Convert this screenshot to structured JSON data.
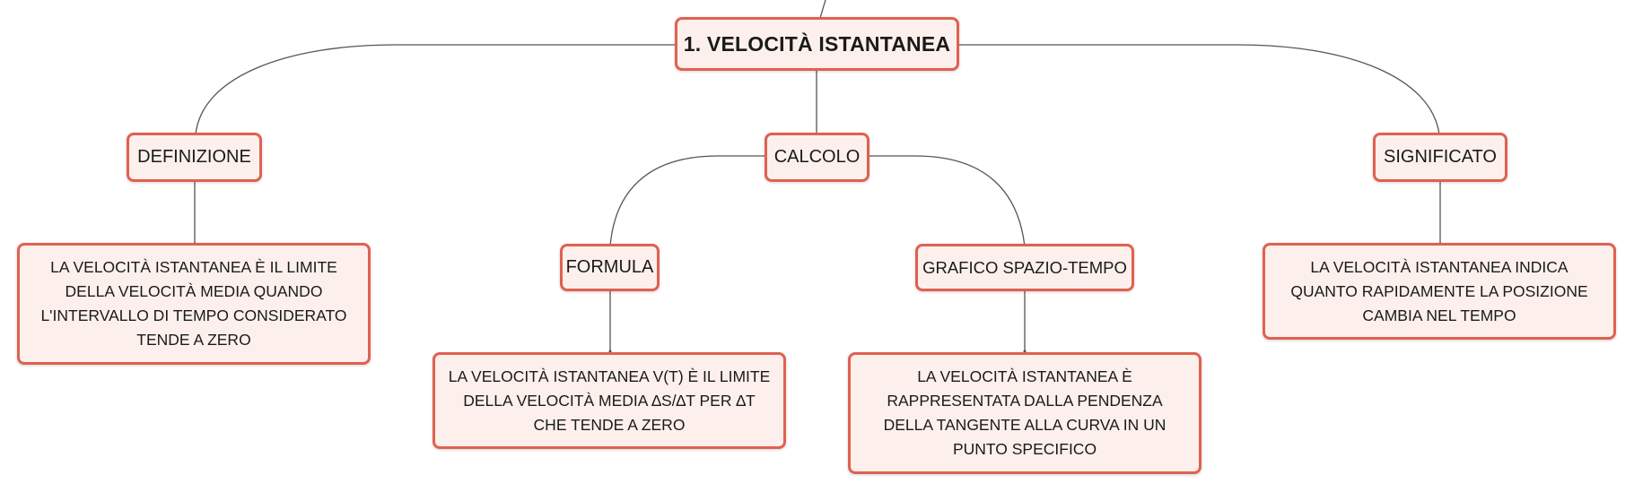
{
  "colors": {
    "node_border": "#e06150",
    "node_fill": "#fdf0ec",
    "connector": "#555555",
    "text": "#1a1a1a"
  },
  "root": {
    "label": "1. VELOCITÀ ISTANTANEA"
  },
  "branches": {
    "definizione": {
      "label": "DEFINIZIONE",
      "text": "LA VELOCITÀ ISTANTANEA È IL LIMITE DELLA VELOCITÀ MEDIA QUANDO L'INTERVALLO DI TEMPO CONSIDERATO TENDE A ZERO"
    },
    "calcolo": {
      "label": "CALCOLO",
      "formula": {
        "label": "FORMULA",
        "text": "LA VELOCITÀ ISTANTANEA V(T) È IL LIMITE DELLA VELOCITÀ MEDIA ∆S/∆T PER ∆T CHE TENDE A ZERO"
      },
      "grafico": {
        "label": "GRAFICO SPAZIO-TEMPO",
        "text": "LA VELOCITÀ ISTANTANEA È RAPPRESENTATA DALLA PENDENZA DELLA TANGENTE ALLA CURVA IN UN PUNTO SPECIFICO"
      }
    },
    "significato": {
      "label": "SIGNIFICATO",
      "text": "LA VELOCITÀ ISTANTANEA INDICA QUANTO RAPIDAMENTE LA POSIZIONE CAMBIA NEL TEMPO"
    }
  }
}
